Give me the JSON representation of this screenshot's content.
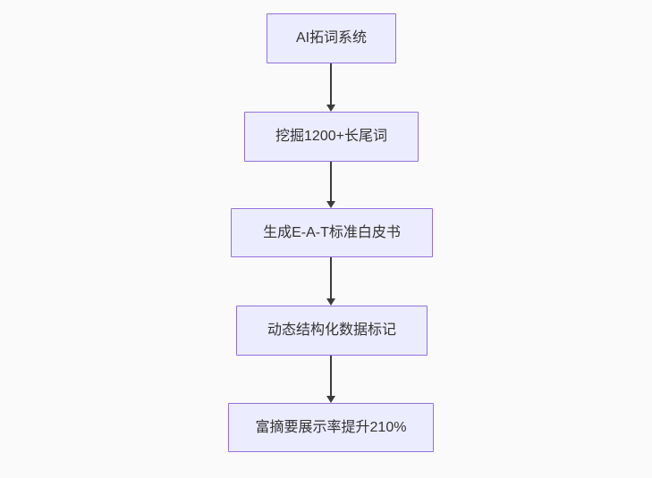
{
  "flowchart": {
    "type": "flowchart-top-down",
    "nodes": [
      {
        "id": "node-1",
        "label": "AI拓词系统"
      },
      {
        "id": "node-2",
        "label": "挖掘1200+长尾词"
      },
      {
        "id": "node-3",
        "label": "生成E-A-T标准白皮书"
      },
      {
        "id": "node-4",
        "label": "动态结构化数据标记"
      },
      {
        "id": "node-5",
        "label": "富摘要展示率提升210%"
      }
    ],
    "edges": [
      {
        "from": "AI拓词系统",
        "to": "挖掘1200+长尾词",
        "arrow": "down"
      },
      {
        "from": "挖掘1200+长尾词",
        "to": "生成E-A-T标准白皮书",
        "arrow": "down"
      },
      {
        "from": "生成E-A-T标准白皮书",
        "to": "动态结构化数据标记",
        "arrow": "down"
      },
      {
        "from": "动态结构化数据标记",
        "to": "富摘要展示率提升210%",
        "arrow": "down"
      }
    ],
    "colors": {
      "background": "#fafafa",
      "node_fill": "#ececff",
      "node_border": "#9370db",
      "text": "#333333",
      "edge": "#3b3b3b"
    }
  }
}
